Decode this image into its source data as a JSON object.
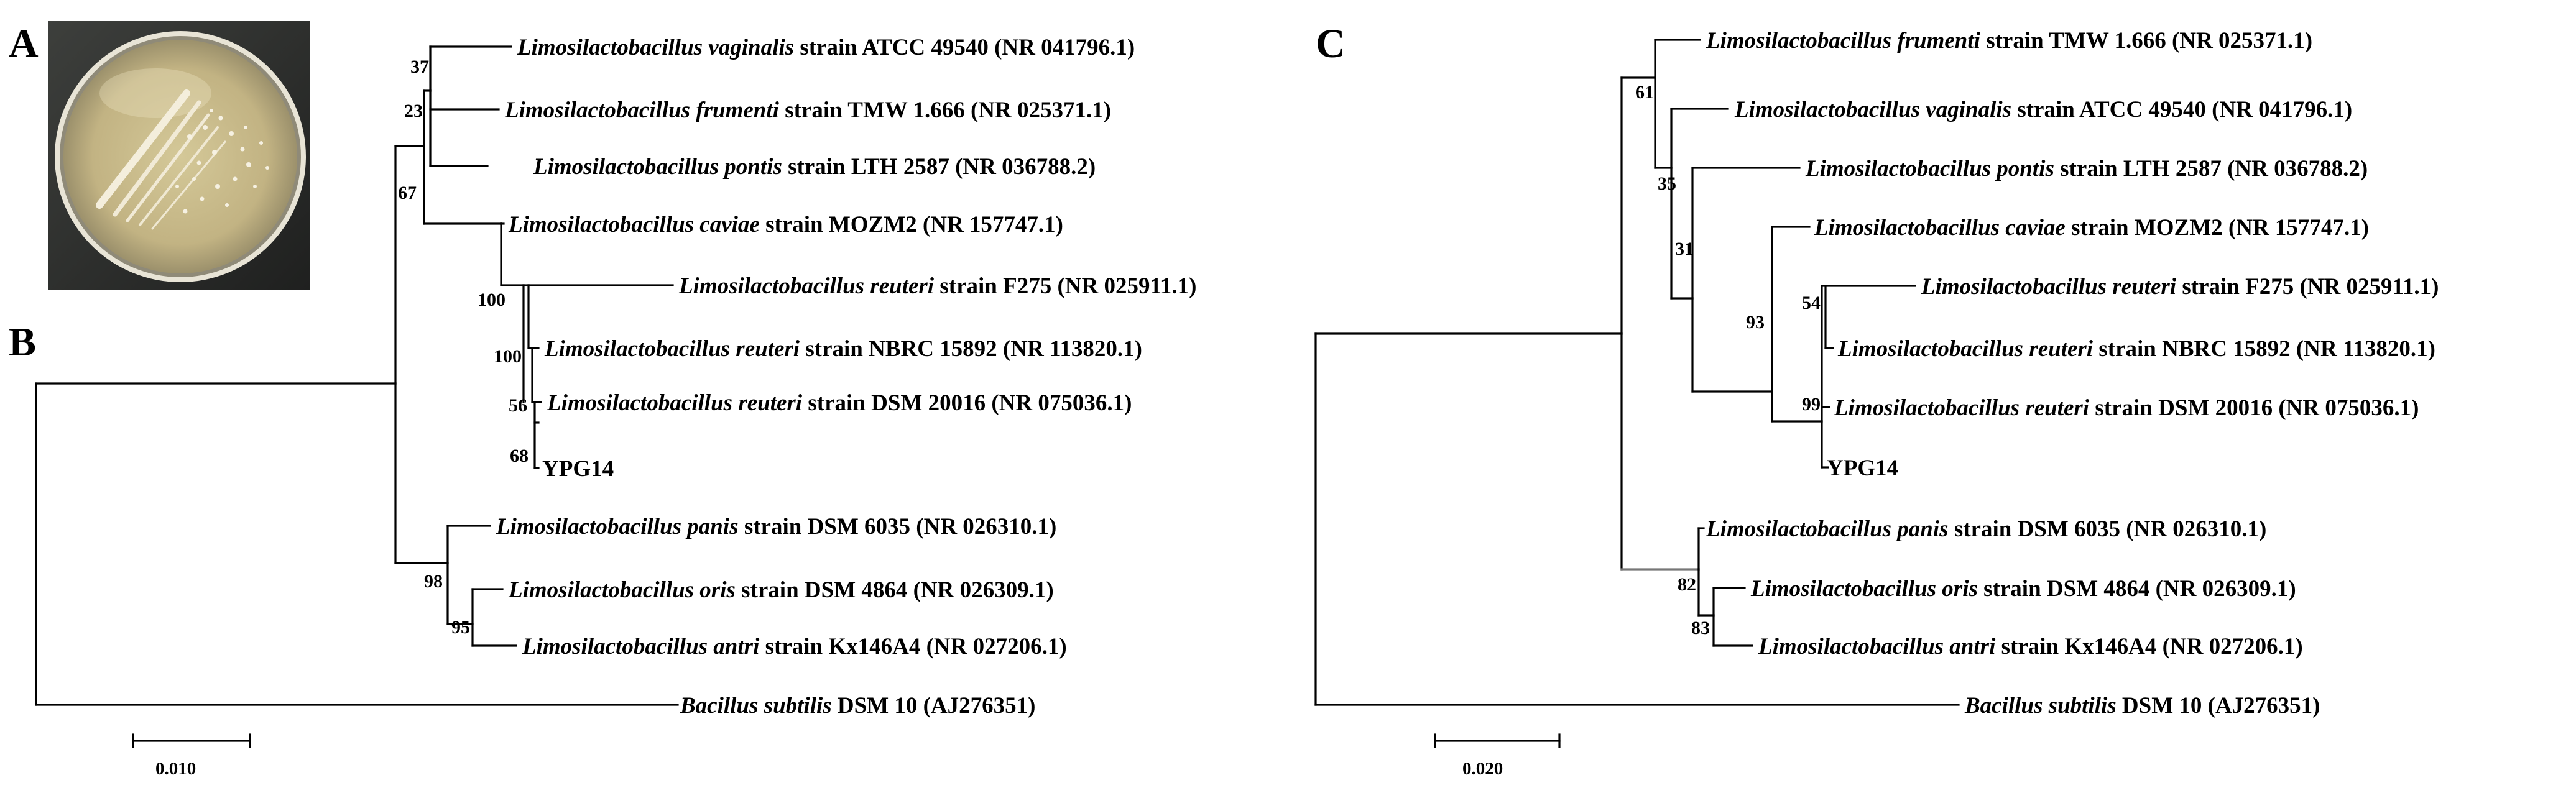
{
  "panels": {
    "a": {
      "letter": "A"
    },
    "b": {
      "letter": "B"
    },
    "c": {
      "letter": "C"
    }
  },
  "tree_b": {
    "scale_label": "0.010",
    "taxa": [
      {
        "species": "Limosilactobacillus vaginalis",
        "rest": " strain ATCC 49540 (NR 041796.1)"
      },
      {
        "species": "Limosilactobacillus frumenti",
        "rest": " strain TMW 1.666 (NR 025371.1)"
      },
      {
        "species": "Limosilactobacillus pontis",
        "rest": " strain LTH 2587 (NR 036788.2)"
      },
      {
        "species": "Limosilactobacillus caviae",
        "rest": " strain MOZM2 (NR 157747.1)"
      },
      {
        "species": "Limosilactobacillus reuteri",
        "rest": " strain F275 (NR 025911.1)"
      },
      {
        "species": "Limosilactobacillus reuteri",
        "rest": " strain NBRC 15892 (NR 113820.1)"
      },
      {
        "species": "Limosilactobacillus reuteri",
        "rest": " strain DSM 20016 (NR 075036.1)"
      },
      {
        "species": "",
        "rest": "YPG14"
      },
      {
        "species": "Limosilactobacillus panis",
        "rest": " strain DSM 6035 (NR 026310.1)"
      },
      {
        "species": "Limosilactobacillus oris",
        "rest": " strain DSM 4864 (NR 026309.1)"
      },
      {
        "species": "Limosilactobacillus antri",
        "rest": " strain Kx146A4 (NR 027206.1)"
      },
      {
        "species": "Bacillus subtilis",
        "rest": " DSM 10 (AJ276351)"
      }
    ],
    "bootstrap": [
      "37",
      "23",
      "67",
      "100",
      "100",
      "56",
      "68",
      "98",
      "95"
    ]
  },
  "tree_c": {
    "scale_label": "0.020",
    "taxa": [
      {
        "species": "Limosilactobacillus frumenti",
        "rest": " strain TMW 1.666 (NR 025371.1)"
      },
      {
        "species": "Limosilactobacillus vaginalis",
        "rest": " strain ATCC 49540 (NR 041796.1)"
      },
      {
        "species": "Limosilactobacillus pontis",
        "rest": " strain LTH 2587 (NR 036788.2)"
      },
      {
        "species": "Limosilactobacillus caviae",
        "rest": " strain MOZM2 (NR 157747.1)"
      },
      {
        "species": "Limosilactobacillus reuteri",
        "rest": " strain F275 (NR 025911.1)"
      },
      {
        "species": "Limosilactobacillus reuteri",
        "rest": " strain NBRC 15892 (NR 113820.1)"
      },
      {
        "species": "Limosilactobacillus reuteri",
        "rest": " strain DSM 20016 (NR 075036.1)"
      },
      {
        "species": "",
        "rest": "YPG14"
      },
      {
        "species": "Limosilactobacillus panis",
        "rest": " strain DSM 6035 (NR 026310.1)"
      },
      {
        "species": "Limosilactobacillus oris",
        "rest": " strain DSM 4864 (NR 026309.1)"
      },
      {
        "species": "Limosilactobacillus antri",
        "rest": " strain Kx146A4 (NR 027206.1)"
      },
      {
        "species": "Bacillus subtilis",
        "rest": " DSM 10 (AJ276351)"
      }
    ],
    "bootstrap": [
      "61",
      "35",
      "31",
      "93",
      "54",
      "99",
      "82",
      "83"
    ]
  },
  "colors": {
    "plate_agar": "#c7b98a",
    "plate_background": "#2b2d2b"
  }
}
